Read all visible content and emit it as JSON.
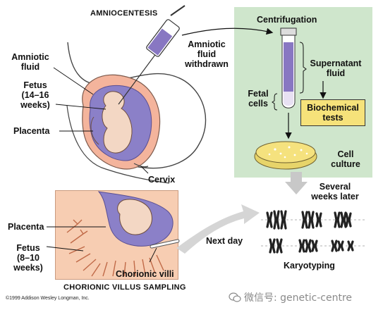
{
  "titles": {
    "amniocentesis": "AMNIOCENTESIS",
    "cvs": "CHORIONIC VILLUS SAMPLING"
  },
  "labels": {
    "amniotic_fluid": [
      "Amniotic",
      "fluid"
    ],
    "fetus_top": [
      "Fetus",
      "(14–16",
      "weeks)"
    ],
    "placenta_top": "Placenta",
    "withdrawn": [
      "Amniotic",
      "fluid",
      "withdrawn"
    ],
    "centrifugation": "Centrifugation",
    "supernatant": [
      "Supernatant",
      "fluid"
    ],
    "fetal_cells": [
      "Fetal",
      "cells"
    ],
    "biochemical": [
      "Biochemical",
      "tests"
    ],
    "cell_culture": [
      "Cell",
      "culture"
    ],
    "cervix": "Cervix",
    "several_weeks": [
      "Several",
      "weeks later"
    ],
    "placenta_bottom": "Placenta",
    "fetus_bottom": [
      "Fetus",
      "(8–10",
      "weeks)"
    ],
    "next_day": "Next day",
    "chorionic_villi": "Chorionic villi",
    "karyotyping": "Karyotyping"
  },
  "credit": "©1999 Addison Wesley Longman, Inc.",
  "watermark": "微信号: genetic-centre",
  "colors": {
    "panel_green": "#cfe6cc",
    "uterus_pink": "#f4b49c",
    "amniotic_purple": "#8b80c8",
    "tube_purple": "#8877c2",
    "bio_yellow": "#f6e27a",
    "dish_yellow": "#f5e27e",
    "chromosome": "#222222",
    "arrow_gray": "#c8c8c8"
  }
}
